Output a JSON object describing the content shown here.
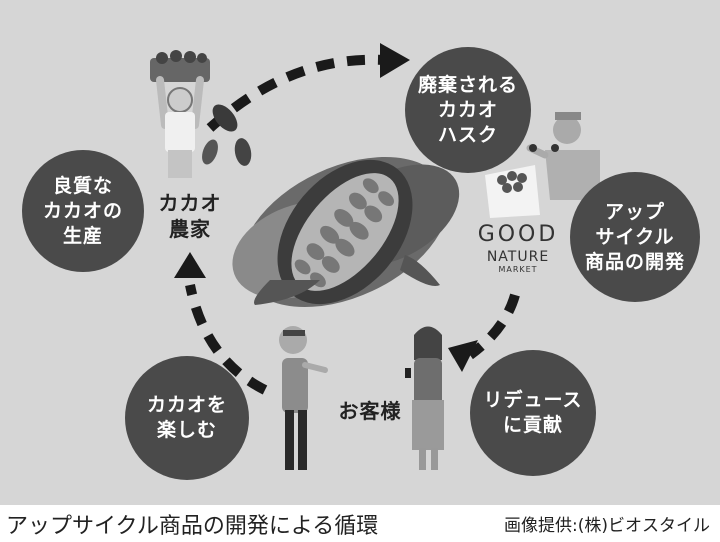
{
  "nodes": {
    "quality_production": "良質な\nカカオの\n生産",
    "cacao_farmer": "カカオ\n農家",
    "discarded_husk": "廃棄される\nカカオ\nハスク",
    "upcycle_development": "アップ\nサイクル\n商品の開発",
    "reduce_contribution": "リデュース\nに貢献",
    "customers": "お客様",
    "enjoy_cacao": "カカオを\n楽しむ"
  },
  "logo": {
    "line1": "GOOD",
    "line2": "NATURE",
    "line3": "MARKET"
  },
  "caption": "アップサイクル商品の開発による循環",
  "credit": "画像提供:(株)ビオスタイル",
  "colors": {
    "panel": "#d6d6d6",
    "circle": "#4a4a4a",
    "arrow": "#1a1a1a"
  }
}
